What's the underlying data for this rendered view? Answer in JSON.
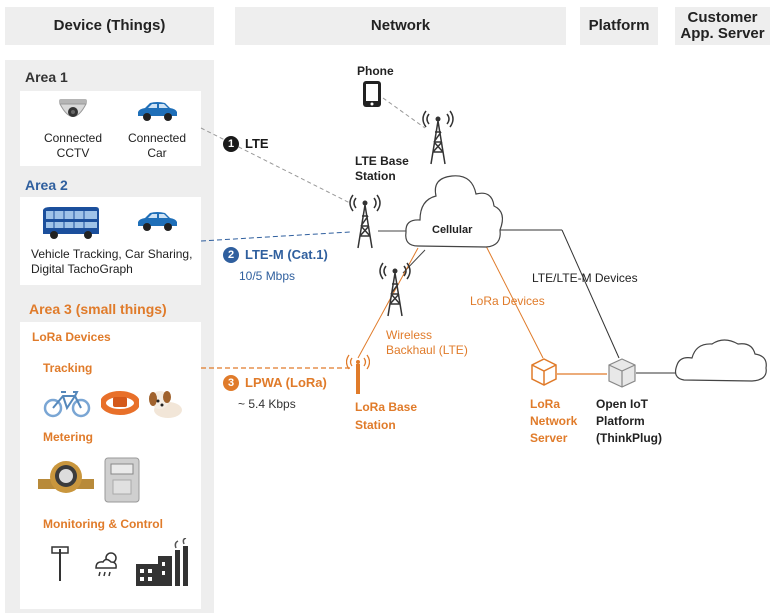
{
  "headers": {
    "device": "Device (Things)",
    "network": "Network",
    "platform": "Platform",
    "customer_line1": "Customer",
    "customer_line2": "App. Server"
  },
  "areas": {
    "area1": {
      "title": "Area 1",
      "items": [
        {
          "line1": "Connected",
          "line2": "CCTV",
          "icon": "cctv-camera-icon"
        },
        {
          "line1": "Connected",
          "line2": "Car",
          "icon": "car-icon"
        }
      ]
    },
    "area2": {
      "title": "Area 2",
      "caption_line1": "Vehicle Tracking, Car Sharing,",
      "caption_line2": "Digital TachoGraph",
      "icons": [
        "bus-icon",
        "car-icon"
      ]
    },
    "area3": {
      "title": "Area 3 (small things)",
      "lora_devices": "LoRa Devices",
      "tracking": "Tracking",
      "metering": "Metering",
      "monitoring": "Monitoring & Control",
      "tracking_icons": [
        "bicycle-icon",
        "wristband-icon",
        "puppy-icon"
      ],
      "metering_icons": [
        "water-meter-icon",
        "electric-meter-icon"
      ],
      "monitoring_icons": [
        "pole-sensor-icon",
        "weather-icon",
        "factory-icon"
      ]
    }
  },
  "links": {
    "lte": {
      "number": "1",
      "label": "LTE",
      "color": "#1a1a1a"
    },
    "ltem": {
      "number": "2",
      "label": "LTE-M (Cat.1)",
      "speed": "10/5 Mbps",
      "color": "#2f5f9e"
    },
    "lpwa": {
      "number": "3",
      "label": "LPWA (LoRa)",
      "speed": "~ 5.4 Kbps",
      "color": "#e07b2a"
    }
  },
  "network": {
    "phone": "Phone",
    "lte_base_line1": "LTE Base",
    "lte_base_line2": "Station",
    "cellular": "Cellular",
    "wireless_line1": "Wireless",
    "wireless_line2": "Backhaul (LTE)",
    "lora_base_line1": "LoRa Base",
    "lora_base_line2": "Station",
    "lora_devices_link": "LoRa Devices",
    "lte_ltem_devices": "LTE/LTE-M Devices"
  },
  "platform": {
    "lora_server_line1": "LoRa",
    "lora_server_line2": "Network",
    "lora_server_line3": "Server",
    "open_iot_line1": "Open IoT",
    "open_iot_line2": "Platform",
    "open_iot_line3": "(ThinkPlug)"
  },
  "colors": {
    "orange": "#e07b2a",
    "blue": "#2f5f9e",
    "dark": "#1a1a1a",
    "panel": "#eeeeee"
  }
}
